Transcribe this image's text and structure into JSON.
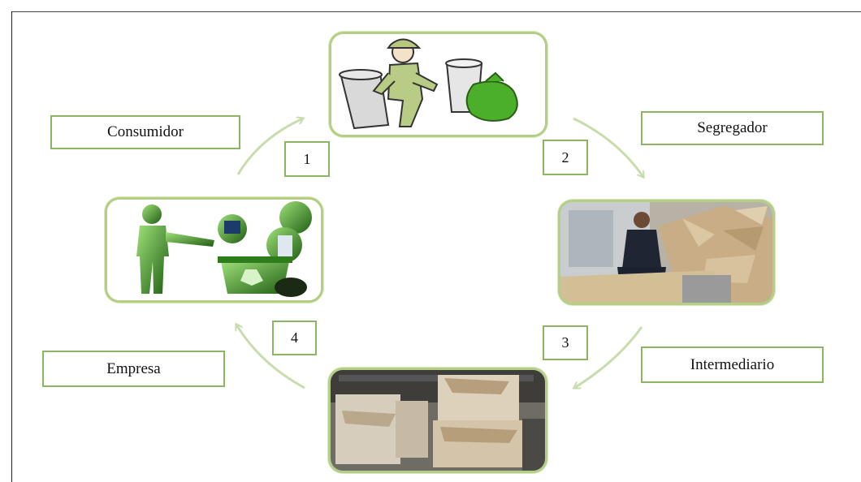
{
  "labels": {
    "consumidor": "Consumidor",
    "segregador": "Segregador",
    "intermediario": "Intermediario",
    "empresa": "Empresa"
  },
  "steps": [
    "1",
    "2",
    "3",
    "4"
  ],
  "colors": {
    "border": "#8bb560",
    "card_border": "#b3cf86",
    "arrow": "#c9dcae",
    "icon_green": "#5aa832"
  }
}
